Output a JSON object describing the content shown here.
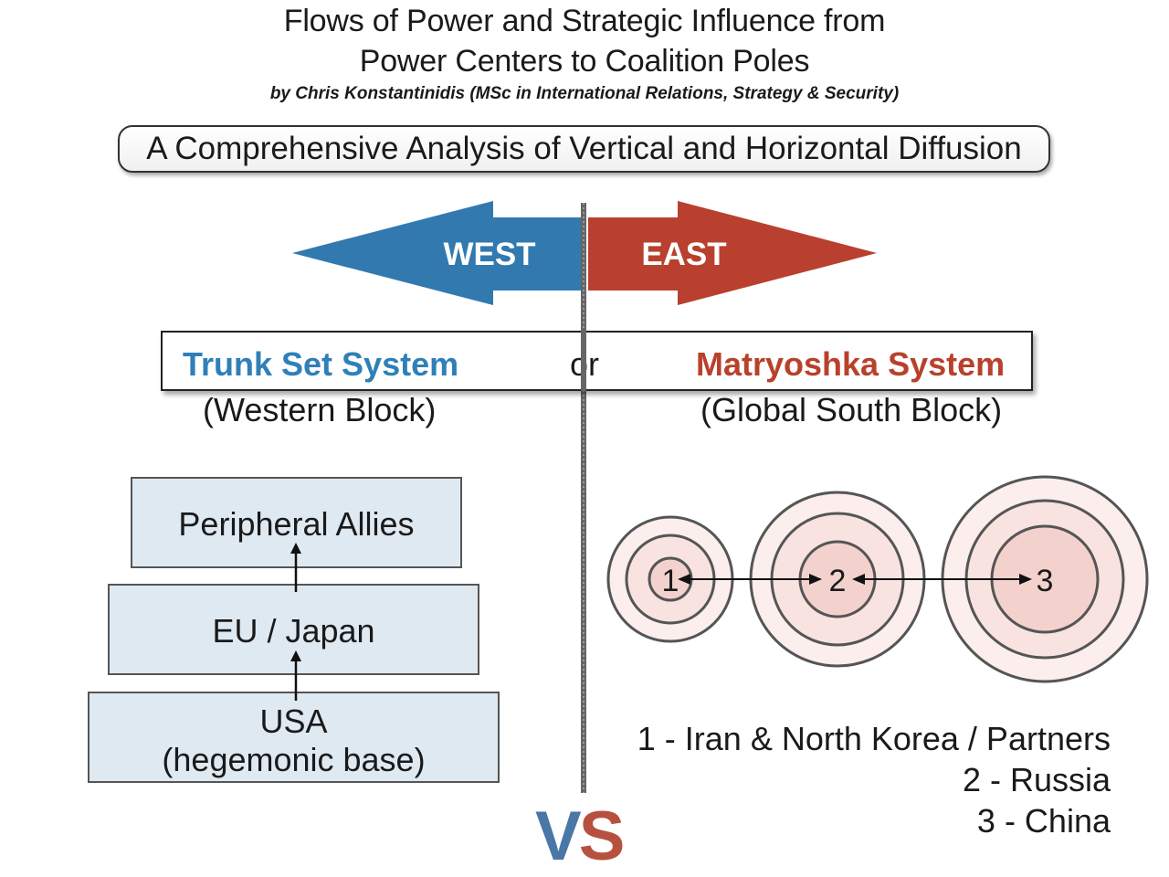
{
  "header": {
    "title_line1": "Flows of Power and Strategic Influence from",
    "title_line2": "Power Centers to Coalition Poles",
    "byline": "by Chris Konstantinidis (MSc in International Relations, Strategy & Security)",
    "subtitle": "A Comprehensive Analysis of Vertical and Horizontal Diffusion"
  },
  "arrows": {
    "west_label": "WEST",
    "east_label": "EAST",
    "west_color": "#3279b0",
    "east_color": "#b9402e"
  },
  "systems": {
    "left_title": "Trunk Set System",
    "connector": "or",
    "right_title": "Matryoshka System",
    "left_block": "(Western Block)",
    "right_block": "(Global South Block)",
    "left_color": "#2f7fb8",
    "right_color": "#b8412c"
  },
  "western_stack": {
    "top": "Peripheral Allies",
    "middle": "EU / Japan",
    "base_line1": "USA",
    "base_line2": "(hegemonic base)",
    "box_color": "#dfe9f2"
  },
  "matryoshka": {
    "circle_labels": [
      "1",
      "2",
      "3"
    ],
    "circle_fill": "#f6dcd9"
  },
  "legend": {
    "item1": "1 - Iran & North Korea / Partners",
    "item2": "2 - Russia",
    "item3": "3 - China"
  },
  "footer": {
    "vs_v": "V",
    "vs_s": "S"
  }
}
